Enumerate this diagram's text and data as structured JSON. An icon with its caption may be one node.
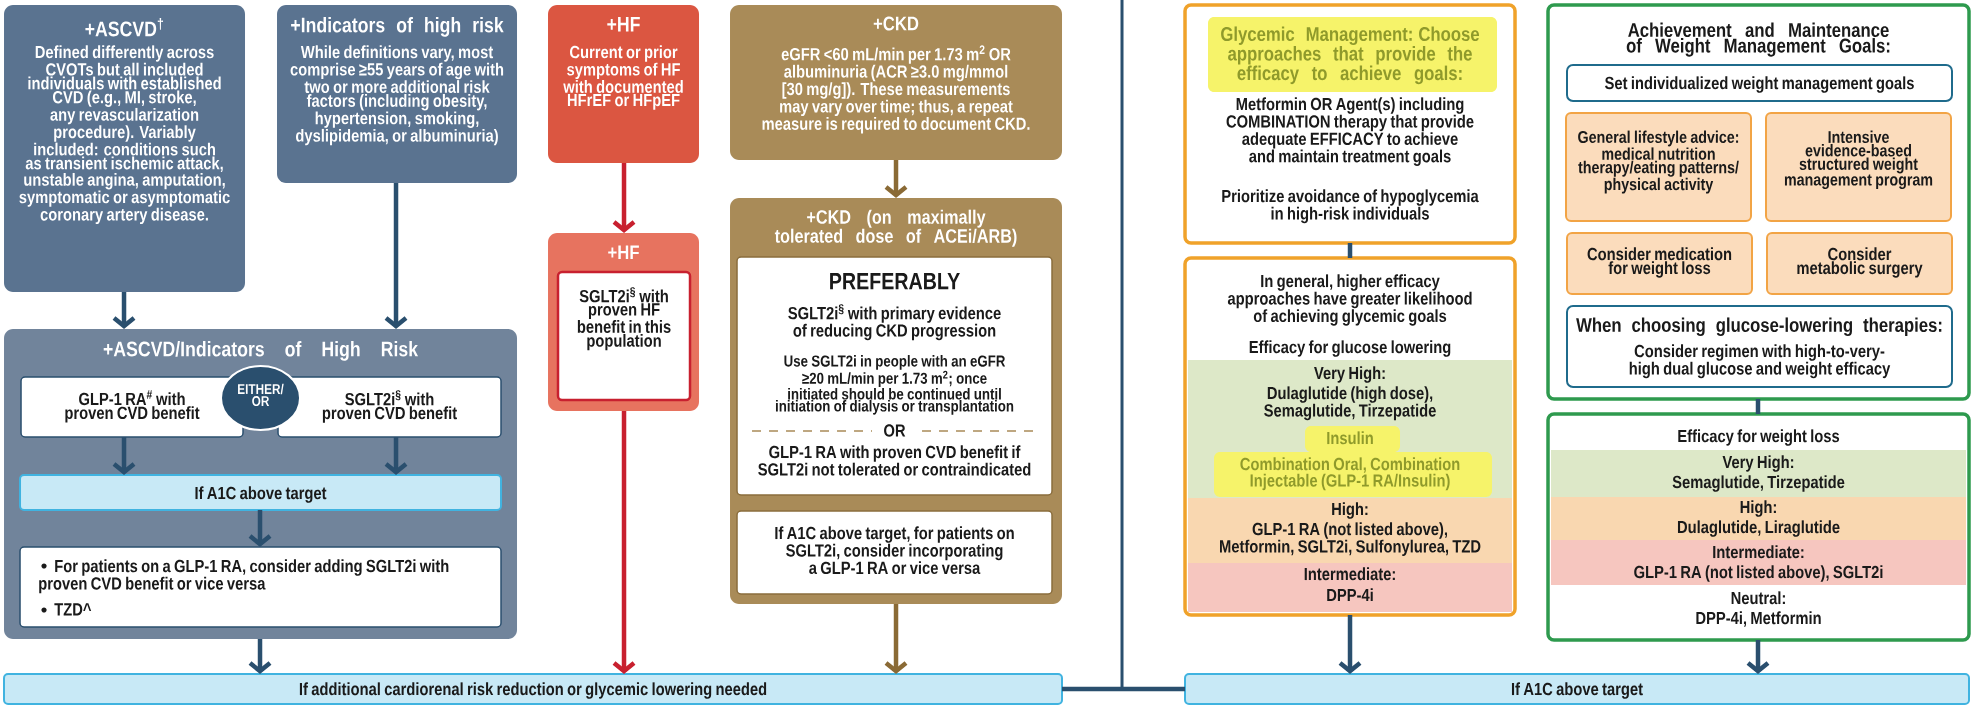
{
  "diagram": {
    "nodes": [
      {
        "text": [
          "+ASCVD$^{†}$",
          "Defined differently across CVOTs but all included individuals with established CVD (e.g., MI, stroke, any revascularization procedure). Variably included: conditions such as transient ischemic attack, unstable angina, amputation, symptomatic or asymptomatic coronary artery disease."
        ]
      },
      {
        "text": [
          "+Indicators of high risk",
          "While definitions vary, most comprise ≥55 years of age with two or more additional risk factors (including obesity, hypertension, smoking, dyslipidemia, or albuminuria)"
        ]
      },
      {
        "text": [
          "+HF",
          "Current or prior symptoms of HF with documented HFrEF or HFpEF"
        ]
      },
      {
        "text": [
          "+CKD",
          "eGFR <60 mL/min per 1.73 m$^{2}$ OR albuminuria (ACR ≥3.0 mg/mmol [30 mg/g]). These measurements may vary over time; thus, a repeat measure is required to document CKD."
        ]
      },
      {
        "text": [
          "Glycemic Management: Choose approaches that provide the efficacy to achieve goals:",
          "Metformin OR Agent(s) including COMBINATION therapy that provide adequate EFFICACY to achieve and maintain treatment goals",
          "Prioritize avoidance of hypoglycemia in high-risk individuals"
        ]
      },
      {
        "text": [
          "Achievement and Maintenance of Weight Management Goals:"
        ]
      },
      {
        "text": [
          "Set individualized weight management goals"
        ],
        "in": 5
      },
      {
        "text": [
          "General lifestyle advice: medical nutrition therapy/eating patterns/ physical activity"
        ],
        "in": 5
      },
      {
        "text": [
          "Intensive evidence-based structured weight management program"
        ],
        "in": 5
      },
      {
        "text": [
          "Consider medication for weight loss"
        ],
        "in": 5
      },
      {
        "text": [
          "Consider metabolic surgery"
        ],
        "in": 5
      },
      {
        "text": [
          "When choosing glucose-lowering therapies:",
          "Consider regimen with high-to-very-high dual glucose and weight efficacy"
        ],
        "in": 5
      },
      {
        "text": [
          "+ASCVD/Indicators of High Risk"
        ]
      },
      {
        "text": [
          "GLP-1 RA$^{#}$ with proven CVD benefit"
        ],
        "in": 12
      },
      {
        "text": [
          "EITHER/ OR"
        ],
        "in": 12
      },
      {
        "text": [
          "SGLT2i$^{§}$ with proven CVD benefit"
        ],
        "in": 12
      },
      {
        "text": [
          "If A1C above target"
        ],
        "in": 12
      },
      {
        "text": [
          "For patients on a GLP-1 RA, consider adding SGLT2i with proven CVD benefit or vice versa",
          "TZD^"
        ],
        "in": 12
      },
      {
        "text": [
          "+HF"
        ]
      },
      {
        "text": [
          "SGLT2i$^{§}$ with proven HF benefit in this population"
        ],
        "in": 18
      },
      {
        "text": [
          "+CKD (on maximally tolerated dose of ACEi/ARB)"
        ]
      },
      {
        "text": [
          "PREFERABLY",
          "SGLT2i$^{§}$ with primary evidence of reducing CKD progression",
          "Use SGLT2i in people with an eGFR ≥20 mL/min per 1.73 m$^{2}$; once initiated should be continued until initiation of dialysis or transplantation",
          "OR",
          "GLP-1 RA with proven CVD benefit if SGLT2i not tolerated or contraindicated"
        ],
        "in": 20
      },
      {
        "text": [
          "If A1C above target, for patients on SGLT2i, consider incorporating a GLP-1 RA or vice versa"
        ],
        "in": 20
      },
      {
        "text": [
          "In general, higher efficacy approaches have greater likelihood of achieving glycemic goals",
          "Efficacy for glucose lowering"
        ]
      },
      {
        "text": [
          "Very High:",
          "Dulaglutide (high dose), Semaglutide, Tirzepatide",
          "Insulin",
          "Combination Oral, Combination Injectable (GLP-1 RA/Insulin)"
        ],
        "in": 23
      },
      {
        "text": [
          "High:",
          "GLP-1 RA (not listed above), Metformin, SGLT2i, Sulfonylurea, TZD"
        ],
        "in": 23
      },
      {
        "text": [
          "Intermediate:",
          "DPP-4i"
        ],
        "in": 23
      },
      {
        "text": [
          "Efficacy for weight loss",
          "Neutral:",
          "DPP-4i, Metformin"
        ]
      },
      {
        "text": [
          "Very High:",
          "Semaglutide, Tirzepatide"
        ],
        "in": 27
      },
      {
        "text": [
          "High:",
          "Dulaglutide, Liraglutide"
        ],
        "in": 27
      },
      {
        "text": [
          "Intermediate:",
          "GLP-1 RA (not listed above), SGLT2i"
        ],
        "in": 27
      },
      {
        "text": [
          "If additional cardiorenal risk reduction or glycemic lowering needed"
        ]
      },
      {
        "text": [
          "If A1C above target"
        ]
      }
    ],
    "edges": [
      {
        "from": 0,
        "to": 12,
        "arrow": "to"
      },
      {
        "from": 1,
        "to": 12,
        "arrow": "to"
      },
      {
        "from": 13,
        "to": 16,
        "arrow": "to"
      },
      {
        "from": 15,
        "to": 16,
        "arrow": "to"
      },
      {
        "from": 16,
        "to": 17,
        "arrow": "to"
      },
      {
        "from": 12,
        "to": 31,
        "arrow": "to"
      },
      {
        "from": 2,
        "to": 18,
        "arrow": "to",
        "color": "#c8202f"
      },
      {
        "from": 18,
        "to": 31,
        "arrow": "to",
        "color": "#c8202f"
      },
      {
        "from": 3,
        "to": 20,
        "arrow": "to",
        "color": "#8a6a35"
      },
      {
        "from": 20,
        "to": 31,
        "arrow": "to",
        "color": "#8a6a35"
      },
      {
        "from": 4,
        "to": 23,
        "arrow": "none"
      },
      {
        "from": 23,
        "to": 32,
        "arrow": "to"
      },
      {
        "from": 5,
        "to": 27,
        "arrow": "none"
      },
      {
        "from": 27,
        "to": 32,
        "arrow": "to"
      },
      {
        "from": 31,
        "to": 32,
        "arrow": "none"
      }
    ]
  }
}
